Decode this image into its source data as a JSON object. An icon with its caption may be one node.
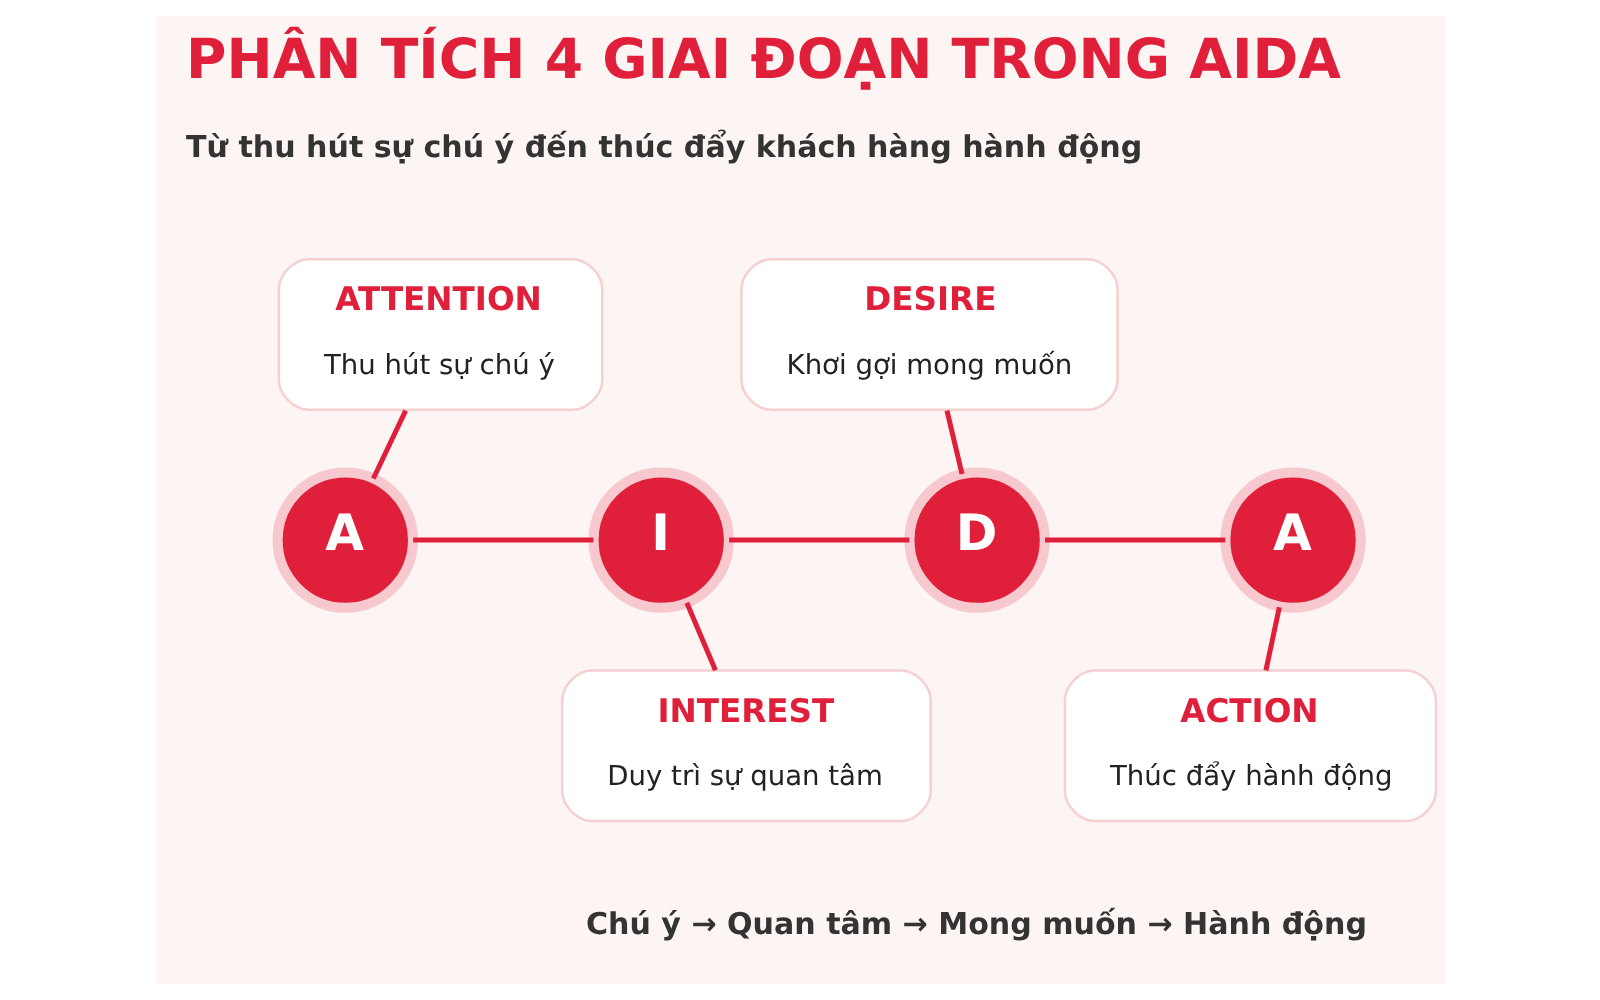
{
  "diagram": {
    "title": "PHÂN TÍCH 4 GIAI ĐOẠN TRONG AIDA",
    "nodes": [
      {
        "text": [
          "A"
        ]
      },
      {
        "text": [
          "ATTENTION",
          "Thu hút sự chú ý"
        ]
      },
      {
        "text": [
          "I"
        ]
      },
      {
        "text": [
          "INTEREST",
          "Duy trì sự quan tâm"
        ]
      },
      {
        "text": [
          "D"
        ]
      },
      {
        "text": [
          "DESIRE",
          "Khơi gợi mong muốn"
        ]
      },
      {
        "text": [
          "A"
        ]
      },
      {
        "text": [
          "ACTION",
          "Thúc đẩy hành động"
        ]
      }
    ],
    "edges": [
      {
        "from": 0,
        "to": 2,
        "arrow": "none"
      },
      {
        "from": 2,
        "to": 4,
        "arrow": "none"
      },
      {
        "from": 4,
        "to": 6,
        "arrow": "none"
      },
      {
        "from": 1,
        "to": 0,
        "arrow": "none"
      },
      {
        "from": 2,
        "to": 3,
        "arrow": "none"
      },
      {
        "from": 5,
        "to": 4,
        "arrow": "none"
      },
      {
        "from": 6,
        "to": 7,
        "arrow": "none"
      }
    ],
    "labels": [
      "Từ thu hút sự chú ý đến thúc đẩy khách hàng hành động",
      "Chú ý → Quan tâm → Mong muốn → Hành động"
    ]
  }
}
